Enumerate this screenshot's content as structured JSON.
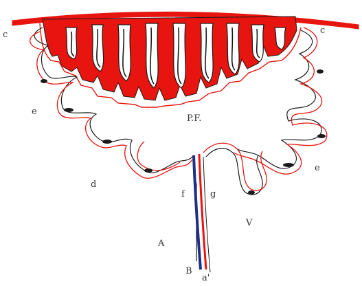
{
  "labels": {
    "c_left": "c",
    "c_right": "c",
    "e_left": "e",
    "e_right": "e",
    "d": "d",
    "pf": "P.F.",
    "f": "f",
    "g": "g",
    "v": "V",
    "a": "A",
    "b": "B",
    "a_prime": "a'"
  },
  "colors": {
    "red": "#e8140f",
    "outline": "#1a1a1a",
    "blue": "#1d2f86",
    "background": "#ffffff"
  }
}
